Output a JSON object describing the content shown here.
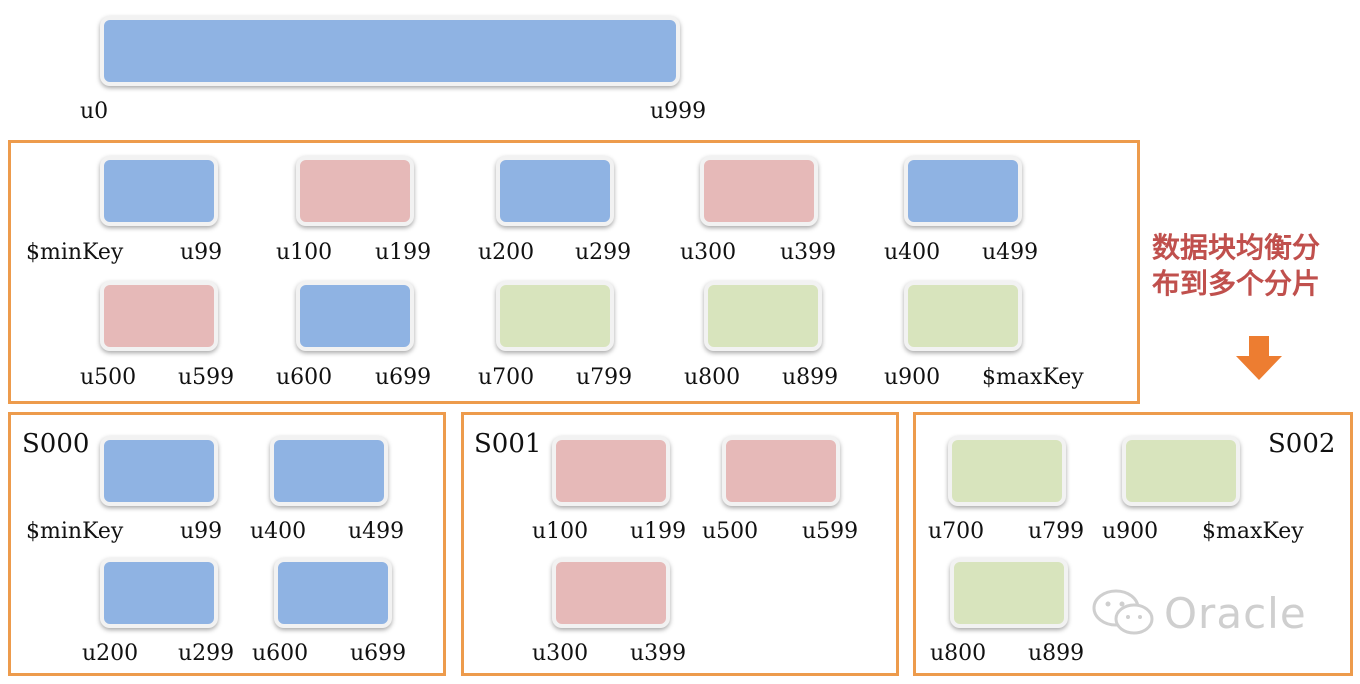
{
  "range": {
    "start": "u0",
    "end": "u999"
  },
  "chunks": [
    {
      "min": "$minKey",
      "max": "u99",
      "color": "#8fb3e3"
    },
    {
      "min": "u100",
      "max": "u199",
      "color": "#e6b9b8"
    },
    {
      "min": "u200",
      "max": "u299",
      "color": "#8fb3e3"
    },
    {
      "min": "u300",
      "max": "u399",
      "color": "#e6b9b8"
    },
    {
      "min": "u400",
      "max": "u499",
      "color": "#8fb3e3"
    },
    {
      "min": "u500",
      "max": "u599",
      "color": "#e6b9b8"
    },
    {
      "min": "u600",
      "max": "u699",
      "color": "#8fb3e3"
    },
    {
      "min": "u700",
      "max": "u799",
      "color": "#d8e4bd"
    },
    {
      "min": "u800",
      "max": "u899",
      "color": "#d8e4bd"
    },
    {
      "min": "u900",
      "max": "$maxKey",
      "color": "#d8e4bd"
    }
  ],
  "caption": {
    "line1": "数据块均衡分",
    "line2": "布到多个分片"
  },
  "shards": [
    {
      "name": "S000",
      "chunks": [
        {
          "min": "$minKey",
          "max": "u99"
        },
        {
          "min": "u400",
          "max": "u499"
        },
        {
          "min": "u200",
          "max": "u299"
        },
        {
          "min": "u600",
          "max": "u699"
        }
      ]
    },
    {
      "name": "S001",
      "chunks": [
        {
          "min": "u100",
          "max": "u199"
        },
        {
          "min": "u500",
          "max": "u599"
        },
        {
          "min": "u300",
          "max": "u399"
        }
      ]
    },
    {
      "name": "S002",
      "chunks": [
        {
          "min": "u700",
          "max": "u799"
        },
        {
          "min": "u900",
          "max": "$maxKey"
        },
        {
          "min": "u800",
          "max": "u899"
        }
      ]
    }
  ],
  "watermark": "Oracle",
  "colors": {
    "blue": "#8fb3e3",
    "red": "#e6b9b8",
    "green": "#d8e4bd",
    "frame": "#ed9b4c",
    "caption": "#c0504d"
  }
}
